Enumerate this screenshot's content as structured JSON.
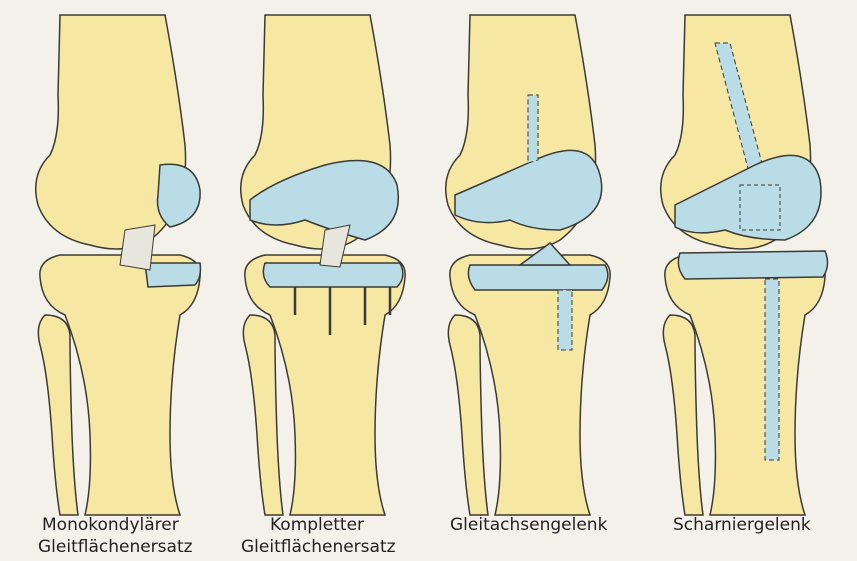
{
  "figure": {
    "panels": [
      {
        "caption_line1": "Monokondylärer",
        "caption_line2": "Gleitflächenersatz"
      },
      {
        "caption_line1": "Kompletter",
        "caption_line2": "Gleitflächenersatz"
      },
      {
        "caption_line1": "Gleitachsengelenk",
        "caption_line2": ""
      },
      {
        "caption_line1": "Scharniergelenk",
        "caption_line2": ""
      }
    ],
    "colors": {
      "bone": "#f6e7a3",
      "implant": "#b9dce6",
      "outline": "#3a3a36",
      "ligament": "#e8e6dc",
      "background": "#f4f0ea"
    }
  }
}
